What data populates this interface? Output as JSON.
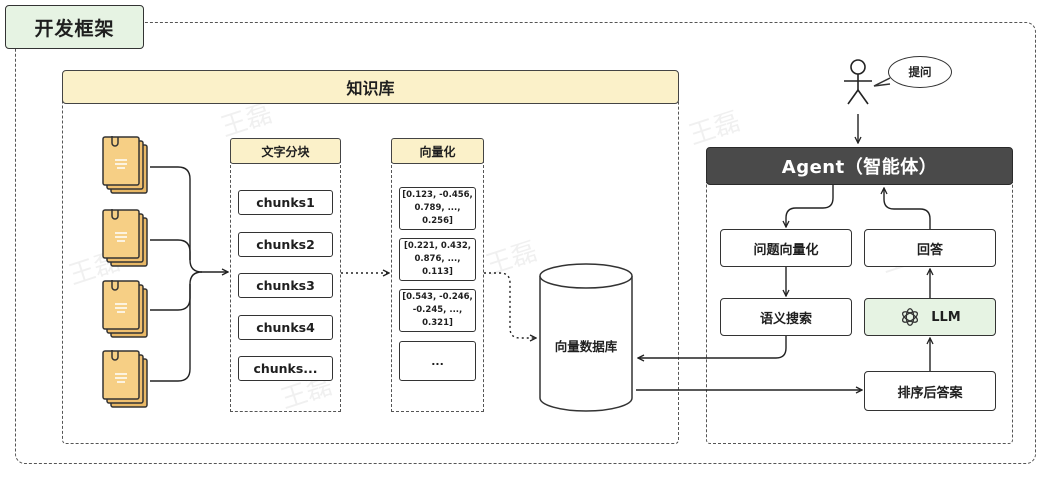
{
  "framework_label": "开发框架",
  "knowledge_base": {
    "title": "知识库",
    "split_title": "文字分块",
    "chunks": [
      "chunks1",
      "chunks2",
      "chunks3",
      "chunks4",
      "chunks..."
    ],
    "vector_title": "向量化",
    "vectors": [
      [
        "[0.123, -0.456,",
        "0.789, ..., 0.256]"
      ],
      [
        "[0.221, 0.432,",
        "0.876, ..., 0.113]"
      ],
      [
        "[0.543, -0.246,",
        "-0.245, ..., 0.321]"
      ]
    ],
    "vector_more": "...",
    "database_label": "向量数据库"
  },
  "agent": {
    "title": "Agent（智能体）",
    "question_vectorize": "问题向量化",
    "answer": "回答",
    "semantic_search": "语义搜索",
    "llm": "LLM",
    "rerank": "排序后答案"
  },
  "user": {
    "bubble": "提问"
  },
  "watermark": "王磊",
  "icons": {
    "document": "document-stack-icon",
    "person": "person-icon",
    "llm": "openai-logo-icon"
  },
  "colors": {
    "header_yellow": "#fbf1c9",
    "doc_fill": "#f3c77a",
    "llm_green": "#e6f3e3",
    "agent_dark": "#4a4a4a"
  }
}
